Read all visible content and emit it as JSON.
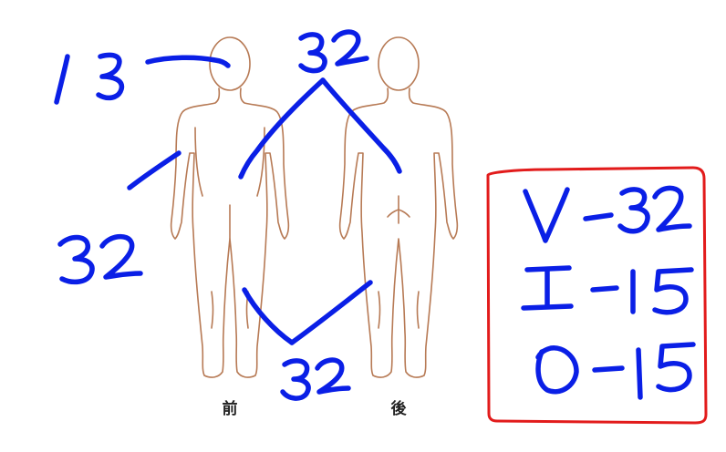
{
  "figure_labels": {
    "front": "前",
    "back": "後"
  },
  "annotations": {
    "head": "13",
    "arm": "32",
    "trunk": "32",
    "legs": "32"
  },
  "summary_box": {
    "border_color": "#e21b1b",
    "lines": [
      "V-32",
      "I-15",
      "O-15"
    ]
  },
  "ink_color": "#0a1fe6",
  "body_outline_color": "#b77a55"
}
